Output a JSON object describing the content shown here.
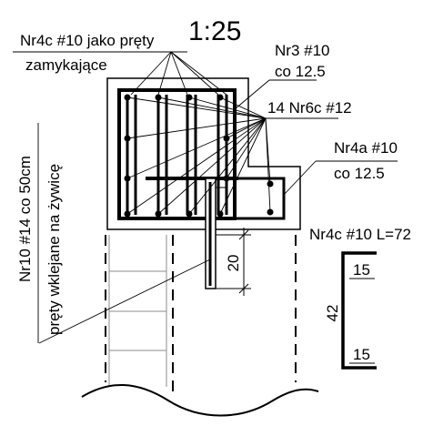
{
  "scale": "1:25",
  "labels": {
    "closing_bars_line1": "Nr4c #10 jako pręty",
    "closing_bars_line2": "zamykające",
    "stirrup_nr3_line1": "Nr3 #10",
    "stirrup_nr3_line2": "co 12.5",
    "longitudinal_bars": "14 Nr6c #12",
    "stirrup_nr4a_line1": "Nr4a #10",
    "stirrup_nr4a_line2": "co 12.5",
    "anchor_bars_line1": "Nr10 #14 co 50cm",
    "anchor_bars_line2": "pręty wklejane na żywicę",
    "anchor_depth_dim": "20"
  },
  "bar_detail": {
    "title": "Nr4c #10 L=72",
    "top_leg": "15",
    "height": "42",
    "bottom_leg": "15"
  },
  "colors": {
    "line": "#000000",
    "hidden_line": "#8c8c8c"
  }
}
